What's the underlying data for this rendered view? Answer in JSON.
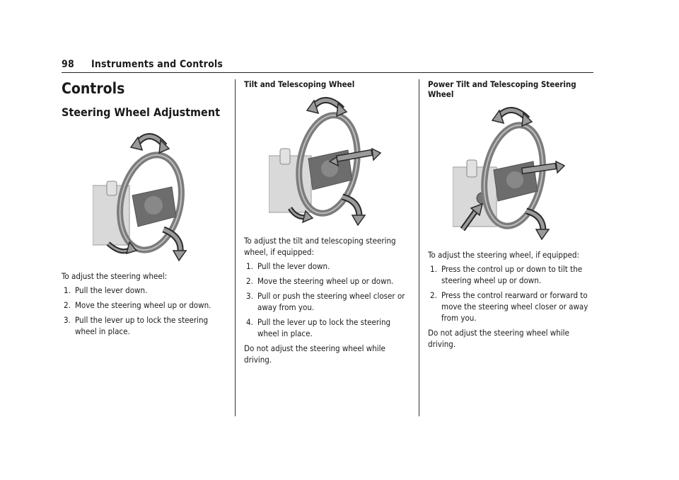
{
  "header": {
    "page_number": "98",
    "section_title": "Instruments and Controls"
  },
  "col1": {
    "title": "Controls",
    "subtitle": "Steering Wheel Adjustment",
    "intro": "To adjust the steering wheel:",
    "steps": [
      {
        "num": "1.",
        "text": "Pull the lever down."
      },
      {
        "num": "2.",
        "text": "Move the steering wheel up or down."
      },
      {
        "num": "3.",
        "text": "Pull the lever up to lock the steering wheel in place."
      }
    ]
  },
  "col2": {
    "heading": "Tilt and Telescoping Wheel",
    "intro": "To adjust the tilt and telescoping steering wheel, if equipped:",
    "steps": [
      {
        "num": "1.",
        "text": "Pull the lever down."
      },
      {
        "num": "2.",
        "text": "Move the steering wheel up or down."
      },
      {
        "num": "3.",
        "text": "Pull or push the steering wheel closer or away from you."
      },
      {
        "num": "4.",
        "text": "Pull the lever up to lock the steering wheel in place."
      }
    ],
    "note": "Do not adjust the steering wheel while driving."
  },
  "col3": {
    "heading": "Power Tilt and Telescoping Steering Wheel",
    "intro": "To adjust the steering wheel, if equipped:",
    "steps": [
      {
        "num": "1.",
        "text": "Press the control up or down to tilt the steering wheel up or down."
      },
      {
        "num": "2.",
        "text": "Press the control rearward or forward to move the steering wheel closer or away from you."
      }
    ],
    "note": "Do not adjust the steering wheel while driving."
  },
  "colors": {
    "text": "#1a1a1a",
    "illustration_gray": "#8a8a8a",
    "illustration_light": "#d9d9d9"
  }
}
